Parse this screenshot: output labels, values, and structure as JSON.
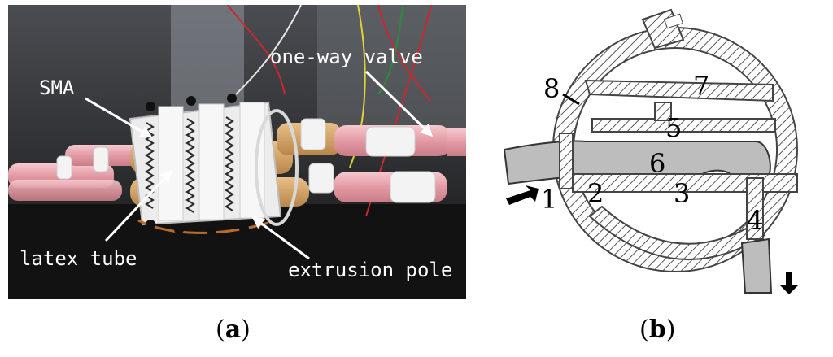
{
  "panel_a": {
    "labels": {
      "sma": "SMA",
      "valve": "one-way valve",
      "latex": "latex tube",
      "pole": "extrusion pole"
    },
    "caption_letter": "a"
  },
  "panel_b": {
    "numbers": [
      "1",
      "2",
      "3",
      "4",
      "5",
      "6",
      "7",
      "8"
    ],
    "caption_letter": "b"
  },
  "colors": {
    "background": "#ffffff",
    "photo_dark": "#1b1b1b",
    "tube_pink": "#e9a7ae",
    "hatch": "#555555",
    "gray_fill": "#bdbdbd"
  }
}
